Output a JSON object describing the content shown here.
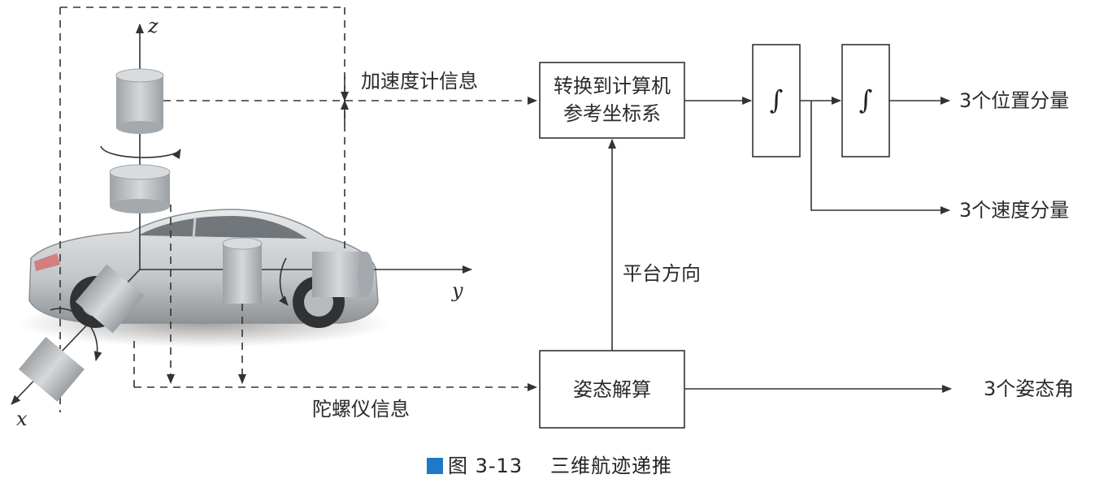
{
  "diagram": {
    "axes": {
      "z": "z",
      "y": "y",
      "x": "x"
    },
    "signals": {
      "accel_info": "加速度计信息",
      "gyro_info": "陀螺仪信息",
      "platform_direction": "平台方向"
    },
    "blocks": {
      "transform_line1": "转换到计算机",
      "transform_line2": "参考坐标系",
      "integrator": "∫",
      "attitude_solve": "姿态解算"
    },
    "outputs": {
      "position": "3个位置分量",
      "velocity": "3个速度分量",
      "attitude": "3个姿态角"
    }
  },
  "caption": {
    "figure_number": "图 3-13",
    "title": "三维航迹递推",
    "marker_color": "#1f78c8"
  },
  "colors": {
    "line": "#333333",
    "cylinder": "#b9bdc0",
    "car_body": "#c9cdd0"
  }
}
